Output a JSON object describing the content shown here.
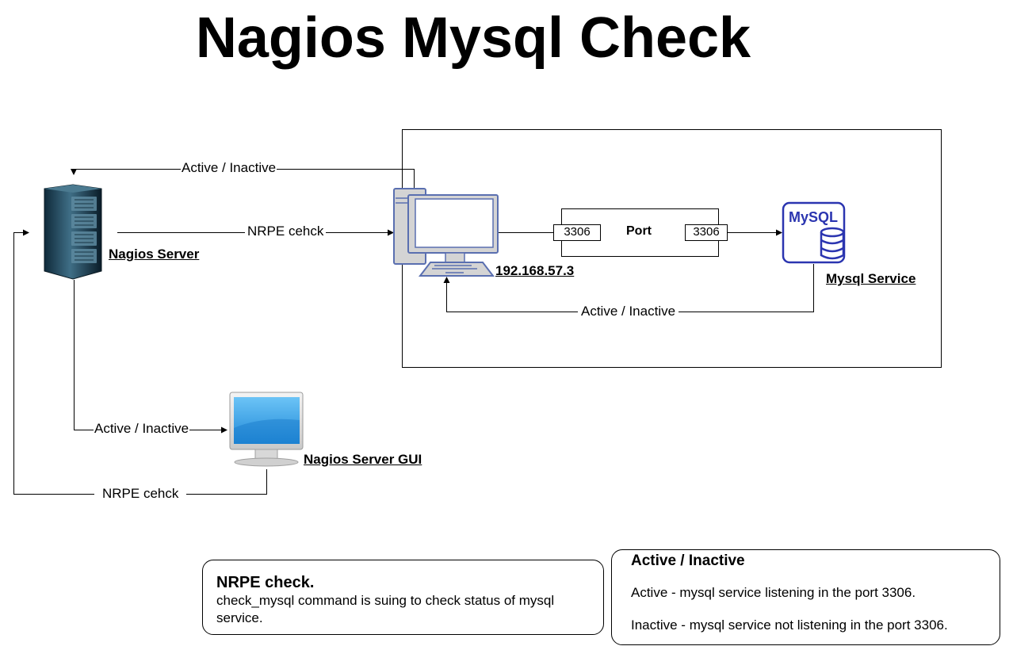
{
  "title": "Nagios Mysql Check",
  "nodes": {
    "nagios_server": "Nagios Server",
    "client_ip": "192.168.57.3",
    "mysql_service": "Mysql Service",
    "nagios_gui": "Nagios Server GUI",
    "mysql_logo_text": "MySQL"
  },
  "port": {
    "label": "Port",
    "left": "3306",
    "right": "3306"
  },
  "edges": {
    "active_top": "Active / Inactive",
    "nrpe_top": "NRPE cehck",
    "active_mysql": "Active / Inactive",
    "active_gui": "Active / Inactive",
    "nrpe_bottom": "NRPE cehck"
  },
  "notes": {
    "nrpe": {
      "heading": "NRPE check.",
      "body": "check_mysql command is suing to check status of mysql service."
    },
    "status": {
      "heading": "Active / Inactive",
      "line1": "Active -  mysql service listening in the port 3306.",
      "line2": "Inactive - mysql service not listening in the port 3306."
    }
  },
  "colors": {
    "mysql_blue": "#2b35b0",
    "computer_blue": "#5a6fb0",
    "computer_gray": "#d4d4d4",
    "monitor_screen": "#3aa7ee"
  }
}
